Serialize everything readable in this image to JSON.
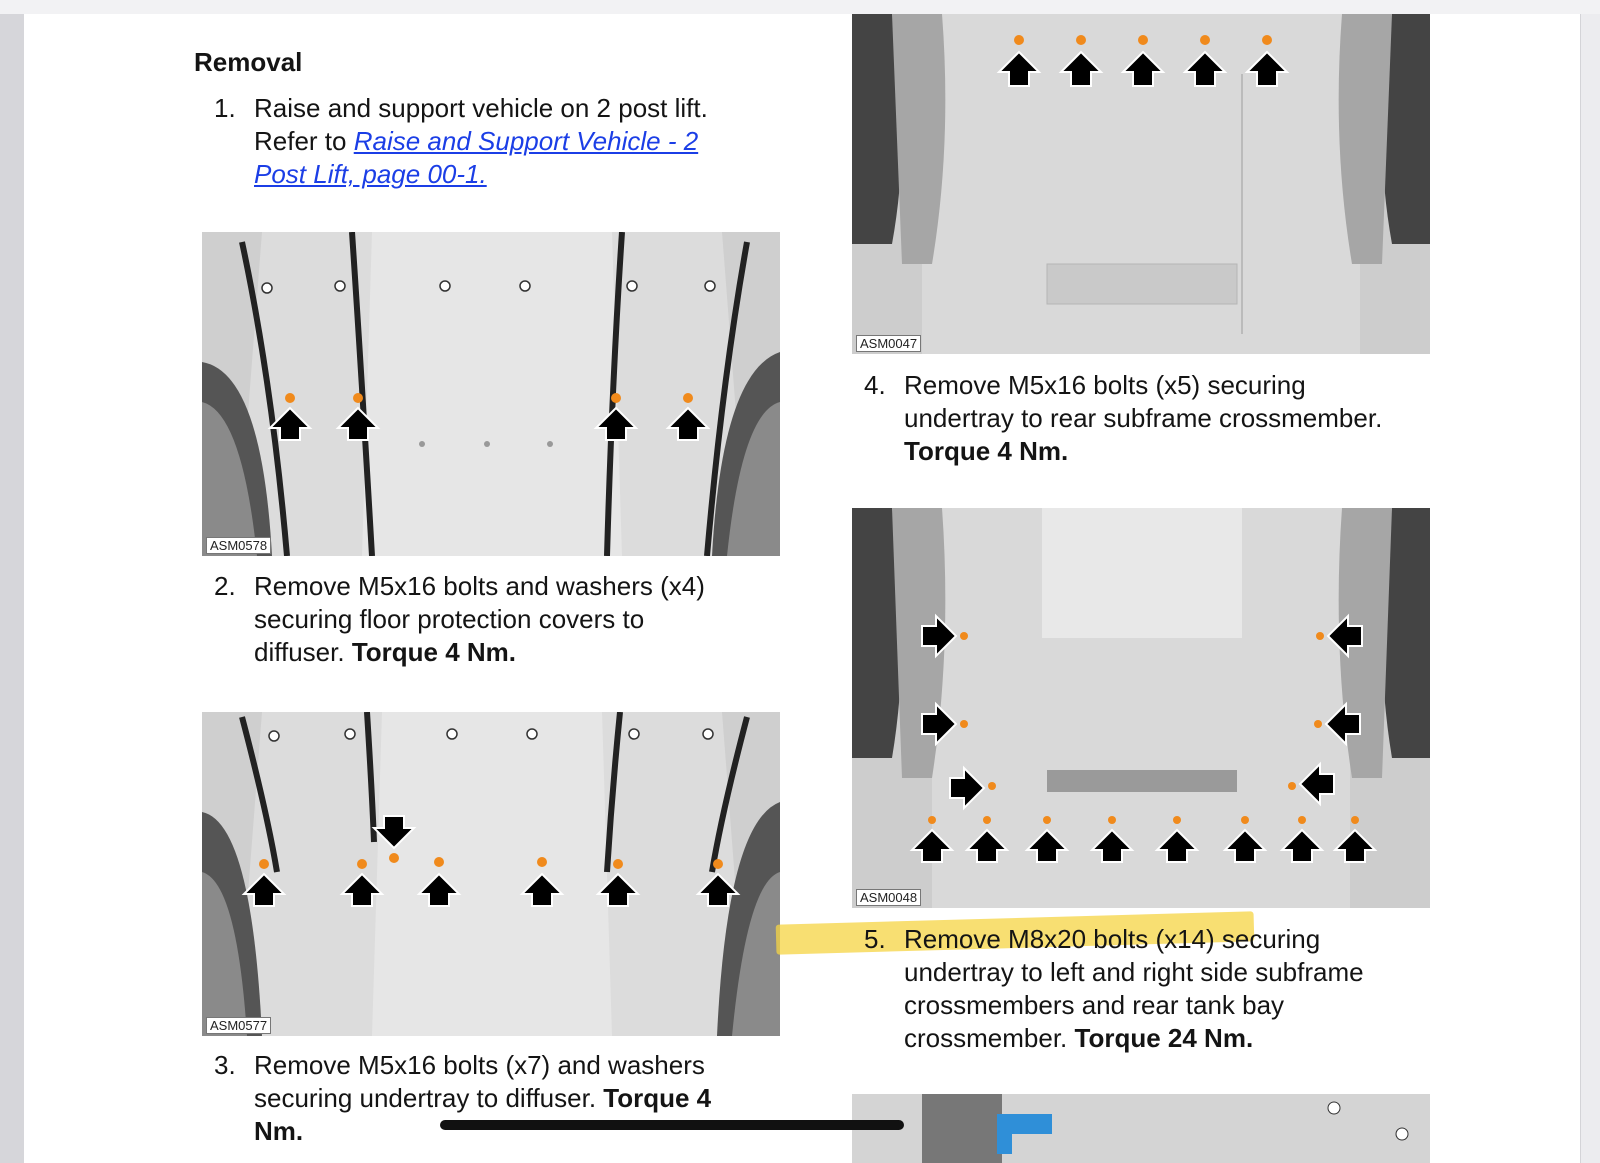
{
  "document": {
    "section_heading": "Removal",
    "steps": [
      {
        "number": "1.",
        "line1": "Raise and support vehicle on 2 post lift.",
        "refer_prefix": "Refer to ",
        "link_line1": "Raise and Support Vehicle - 2 ",
        "link_line2": "Post Lift, page 00-1."
      },
      {
        "number": "2.",
        "line1": "Remove M5x16 bolts and washers (x4)",
        "line2": "securing floor protection covers to",
        "line3_prefix": "diffuser. ",
        "torque": "Torque 4 Nm."
      },
      {
        "number": "3.",
        "line1": "Remove M5x16 bolts (x7) and washers",
        "line2_prefix": "securing undertray to diffuser. ",
        "torque_line2": "Torque 4",
        "torque_line3": "Nm."
      },
      {
        "number": "4.",
        "line1": "Remove M5x16 bolts (x5) securing",
        "line2": "undertray to rear subframe crossmember.",
        "torque": "Torque 4 Nm."
      },
      {
        "number": "5.",
        "line1": "Remove M8x20 bolts (x14) securing",
        "line2": "undertray to left and right side subframe",
        "line3": "crossmembers and rear tank bay",
        "line4_prefix": "crossmember. ",
        "torque": "Torque 24 Nm."
      }
    ],
    "figures": [
      {
        "label": "ASM0578"
      },
      {
        "label": "ASM0577"
      },
      {
        "label": "ASM0047"
      },
      {
        "label": "ASM0048"
      }
    ],
    "colors": {
      "link": "#1b3ee6",
      "bolt_marker": "#f08a1c",
      "highlight": "#f5d443"
    }
  }
}
